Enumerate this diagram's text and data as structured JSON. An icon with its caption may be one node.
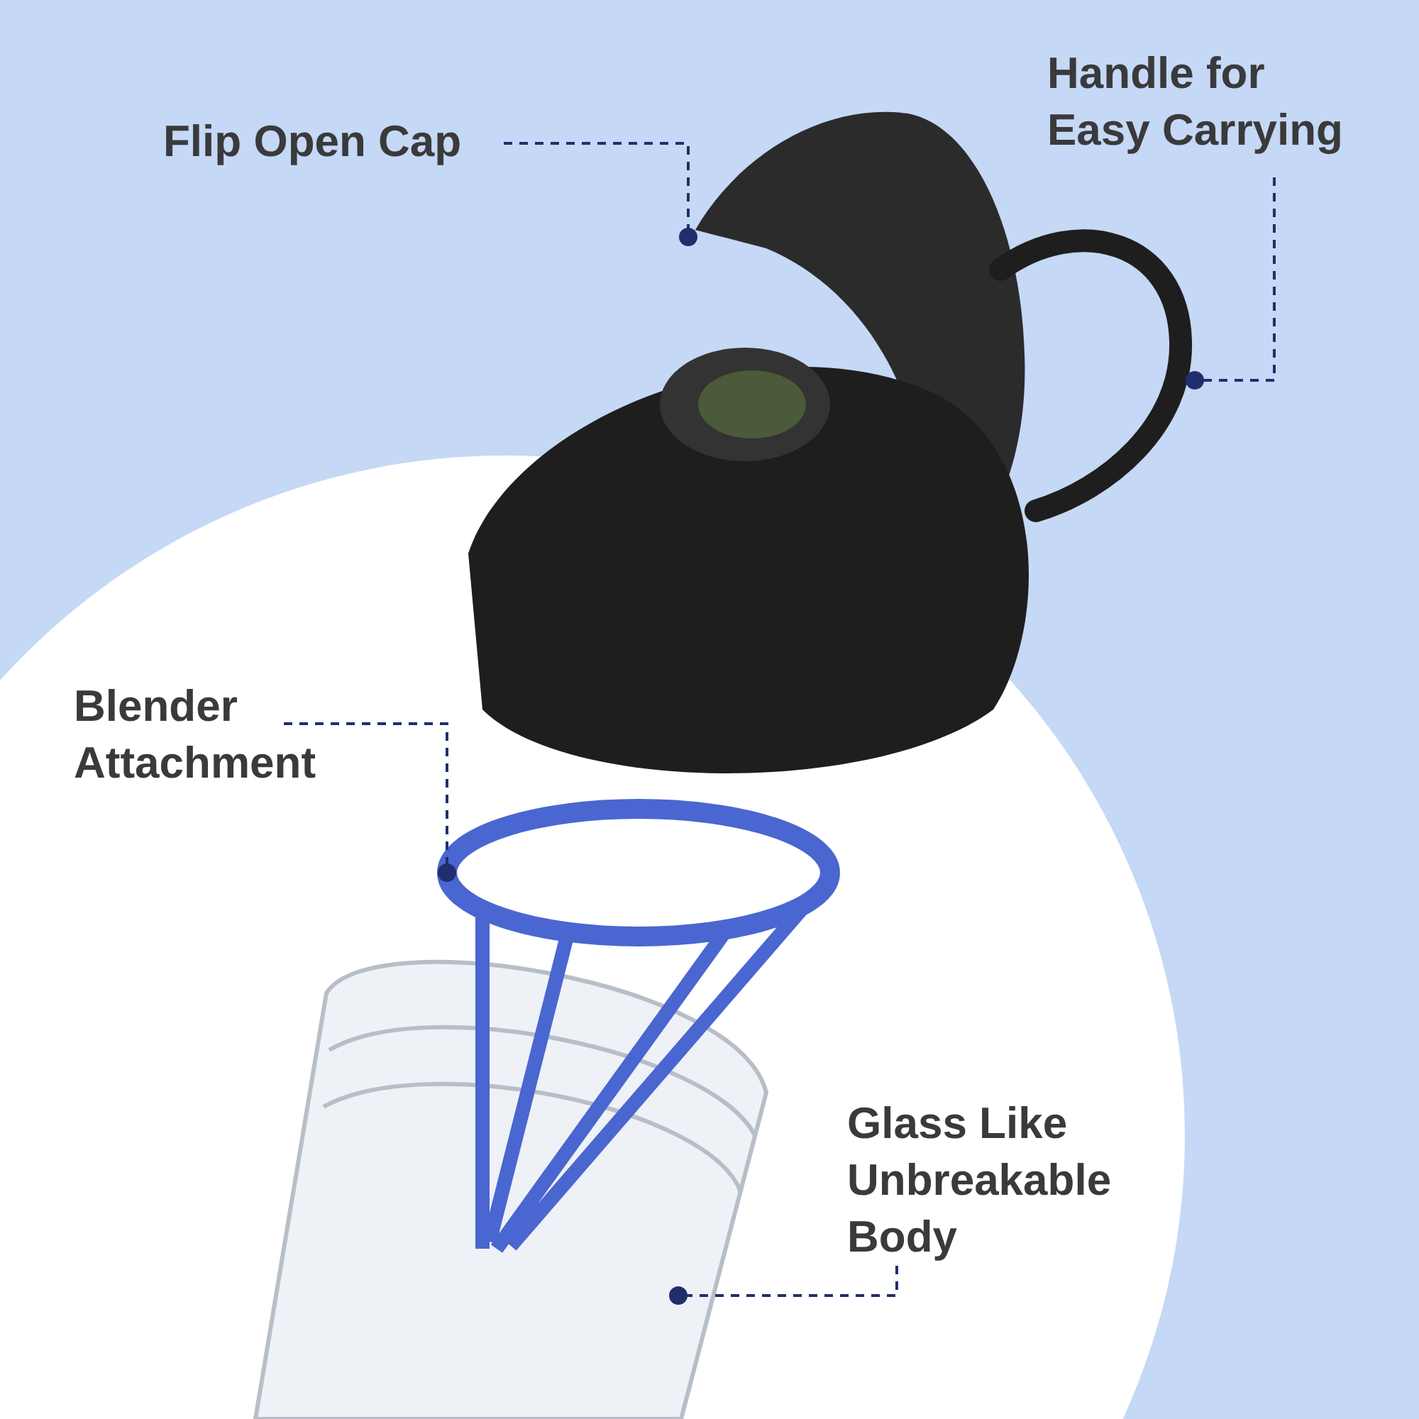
{
  "diagram": {
    "nodes": [
      {
        "text": [
          "Flip Open Cap"
        ]
      },
      {
        "text": [
          "Handle for Easy Carrying"
        ]
      },
      {
        "text": [
          "Blender Attachment"
        ]
      },
      {
        "text": [
          "Glass Like Unbreakable Body"
        ]
      },
      {
        "text": [],
        "shape": "picture"
      },
      {
        "text": [],
        "shape": "picture"
      },
      {
        "text": [],
        "shape": "picture"
      },
      {
        "text": [],
        "shape": "picture"
      }
    ],
    "edges": [
      {
        "from": 0,
        "to": 4,
        "arrow": "other",
        "style": "dashed"
      },
      {
        "from": 1,
        "to": 5,
        "arrow": "other",
        "style": "dashed"
      },
      {
        "from": 2,
        "to": 6,
        "arrow": "other",
        "style": "dashed"
      },
      {
        "from": 3,
        "to": 7,
        "arrow": "other",
        "style": "dashed"
      }
    ]
  }
}
